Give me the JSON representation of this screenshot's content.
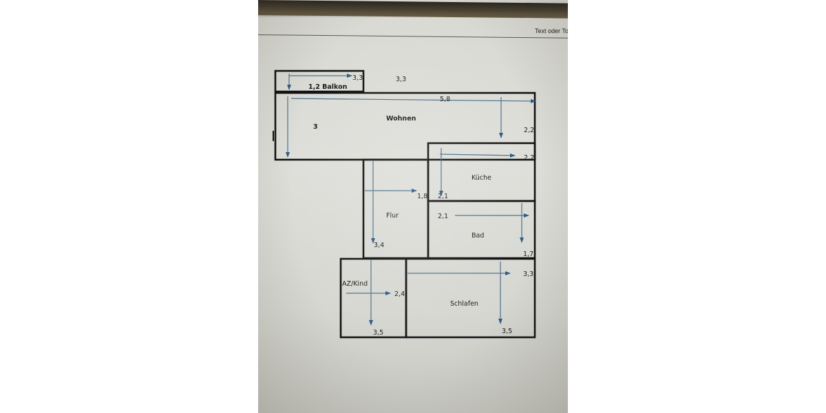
{
  "window": {
    "ribbon_text": "Text oder To"
  },
  "floorplan": {
    "rooms": [
      {
        "id": "balkon",
        "name": "Balkon",
        "width_label": "3,3",
        "depth_label": "1,2",
        "combined_label": "1,2 Balkon"
      },
      {
        "id": "wohnen",
        "name": "Wohnen",
        "width_label": "5,8",
        "depth_label": "3",
        "extra_labels": [
          "3,3",
          "2,2"
        ]
      },
      {
        "id": "kueche",
        "name": "Küche",
        "width_label": "2,2",
        "depth_label": "2,1"
      },
      {
        "id": "flur",
        "name": "Flur",
        "width_label": "1,8",
        "depth_label": "3,4"
      },
      {
        "id": "bad",
        "name": "Bad",
        "width_label": "2,1",
        "depth_label": "1,7"
      },
      {
        "id": "az_kind",
        "name": "AZ/Kind",
        "width_label": "2,4",
        "depth_label": "3,5"
      },
      {
        "id": "schlafen",
        "name": "Schlafen",
        "width_label": "3,3",
        "depth_label": "3,5"
      }
    ]
  },
  "colors": {
    "wall": "#111111",
    "dimension_arrow": "#4d6f8c",
    "screen_bg": "#dcddd8",
    "bezel": "#3a3428"
  }
}
